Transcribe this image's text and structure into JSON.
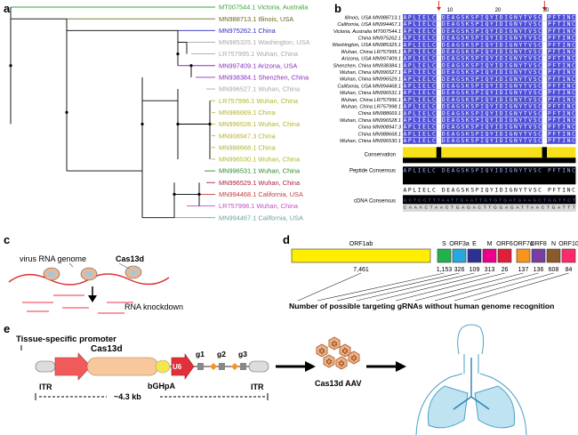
{
  "panels": {
    "a": "a",
    "b": "b",
    "c": "c",
    "d": "d",
    "e": "e"
  },
  "tree": {
    "leaves": [
      {
        "label": "MT007544.1 Victoria, Australia",
        "color": "#3aa635"
      },
      {
        "label": "MN988713.1 Illinois, USA",
        "color": "#6b6b1a"
      },
      {
        "label": "MN975262.1 China",
        "color": "#2b2bbf"
      },
      {
        "label": "MN985325.1 Washington, USA",
        "color": "#a8a8a8"
      },
      {
        "label": "LR757995.1 Wuhan, China",
        "color": "#a8a8a8"
      },
      {
        "label": "MN997409.1 Arizona, USA",
        "color": "#8a2fbf"
      },
      {
        "label": "MN938384.1 Shenzhen, China",
        "color": "#8a2fbf"
      },
      {
        "label": "MN996527.1 Wuhan, China",
        "color": "#a8a8a8"
      },
      {
        "label": "LR757996.1 Wuhan, China",
        "color": "#b5b52a"
      },
      {
        "label": "MN986669.1 China",
        "color": "#b5b52a"
      },
      {
        "label": "MN996528.1 Wuhan, China",
        "color": "#b5b52a"
      },
      {
        "label": "MN908947.3 China",
        "color": "#b5b52a"
      },
      {
        "label": "MN988668.1 China",
        "color": "#b5b52a"
      },
      {
        "label": "MN996530.1 Wuhan, China",
        "color": "#b5b52a"
      },
      {
        "label": "MN996531.1 Wuhan, China",
        "color": "#2d8a2d"
      },
      {
        "label": "MN996529.1 Wuhan, China",
        "color": "#b02040"
      },
      {
        "label": "MN994468.1 California, USA",
        "color": "#c04040"
      },
      {
        "label": "LR757998.1 Wuhan, China",
        "color": "#c050c0"
      },
      {
        "label": "MN994467.1 California, USA",
        "color": "#6aa0a0"
      }
    ]
  },
  "alignment": {
    "ticks": [
      "10",
      "20",
      "30"
    ],
    "rows": [
      {
        "label": "Illinois, USA MN988713.1",
        "seq": "APLIELC DEAGSKSPIQYIDIGNYTVSC PFTINC"
      },
      {
        "label": "California, USA MN994467.1",
        "seq": "APLIELC DEAGSKSPIQYIDIGNYTVSC PFTINC"
      },
      {
        "label": "Victoria, Australia MT007544.1",
        "seq": "APLIELC DEAGSKSPIQYIDIGNYTVSC PFTINC"
      },
      {
        "label": "China MN975262.1",
        "seq": "APLIELC DEAGSKSPIQYIDIGNYTVSC PFTINC"
      },
      {
        "label": "Washington, USA MN985325.1",
        "seq": "APLIELC DEAGSKSPIQYIDIGNYTVSC PFTINC"
      },
      {
        "label": "Wuhan, China LR757995.1",
        "seq": "APLIELC DEAGSKSPIQYIDIGNYTVSC PFTINC"
      },
      {
        "label": "Arizona, USA MN997409.1",
        "seq": "APLIELC DEAGSKSPIQYIDIGNYTVSC PFTINC"
      },
      {
        "label": "Shenzhen, China MN938384.1",
        "seq": "APLIELC DEAGSKSPIQYIDIGNYTVSC PFTINC"
      },
      {
        "label": "Wuhan, China MN996527.1",
        "seq": "APLIELC DEAGSKSPIQYIDIGNYTVSC PFTINC"
      },
      {
        "label": "Wuhan, China MN996529.1",
        "seq": "APLIELC DEAGSKSPIQYIDIGNYTVSC PFTINC"
      },
      {
        "label": "California, USA MN994468.1",
        "seq": "APLIELC DEAGSKSPIQYIDIGNYTVSC PFTINC"
      },
      {
        "label": "Wuhan, China MN996531.1",
        "seq": "APLIELC DEAGSKSPIQYIDIGNYTVSC PFTINC"
      },
      {
        "label": "Wuhan, China LR757996.1",
        "seq": "APLIELC DEAGSKSPIQYIDIGNYTVSC PFTINC"
      },
      {
        "label": "Wuhan, China LR757998.1",
        "seq": "APLIELC DEAGSKSPIQYIDIGNYTVSC PFTINC"
      },
      {
        "label": "China MN988669.1",
        "seq": "APLIELC DEAGSKSPIQYIDIGNYTVSC PFTINC"
      },
      {
        "label": "Wuhan, China MN996528.1",
        "seq": "APLIELC DEAGSKSPIQYIDIGNYTVSC PFTINC"
      },
      {
        "label": "China MN908947.3",
        "seq": "APLIELC DEAGSKSPIQYIDIGNYTVSC PFTINC"
      },
      {
        "label": "China MN988668.1",
        "seq": "APLIELC DEAGSKSPIQYIDIGNYTVSC PFTINC"
      },
      {
        "label": "Wuhan, China MN996530.1",
        "seq": "APLIELC DEAGSKSPIQYIDIGNYTVSC PFTINC"
      }
    ],
    "conservation_label": "Conservation",
    "peptide_label": "Peptide Consensus",
    "peptide_seq": "APLIELC DEAGSKSPIQYIDIGNYTVSC PFTINC",
    "cdna_label": "cDNA Consensus",
    "cdna_seq1": "GCTCCTTTAATTGAATTGTGTGATGAAGCTGGTTCT",
    "cdna_seq2": "CAAACTAACTGAGACTTGGAGATTAACTGATTT"
  },
  "panel_c": {
    "genome_label": "virus RNA genome",
    "cas_label": "Cas13d",
    "knockdown_label": "RNA knockdown"
  },
  "panel_d": {
    "genes": [
      {
        "name": "ORF1ab",
        "count": "7,461",
        "color": "#ffee00"
      },
      {
        "name": "S",
        "count": "1,153",
        "color": "#22b24c"
      },
      {
        "name": "ORF3a",
        "count": "326",
        "color": "#29a8e0"
      },
      {
        "name": "E",
        "count": "109",
        "color": "#2e3192"
      },
      {
        "name": "M",
        "count": "313",
        "color": "#ec008c"
      },
      {
        "name": "ORF6",
        "count": "26",
        "color": "#e0203a"
      },
      {
        "name": "ORF7a",
        "count": "137",
        "color": "#f7941d"
      },
      {
        "name": "ORF8",
        "count": "136",
        "color": "#7a3ea0"
      },
      {
        "name": "N",
        "count": "608",
        "color": "#8b5a2b"
      },
      {
        "name": "ORF10",
        "count": "84",
        "color": "#ff2a6a"
      }
    ],
    "caption": "Number of possible targeting gRNAs without human genome recognition"
  },
  "panel_e": {
    "promoter": "Tissue-specific promoter",
    "cas": "Cas13d",
    "itr_left": "ITR",
    "bghpa": "bGHpA",
    "u6": "U6",
    "g1": "g1",
    "g2": "g2",
    "g3": "g3",
    "itr_right": "ITR",
    "size": "~4.3 kb",
    "aav": "Cas13d AAV"
  }
}
